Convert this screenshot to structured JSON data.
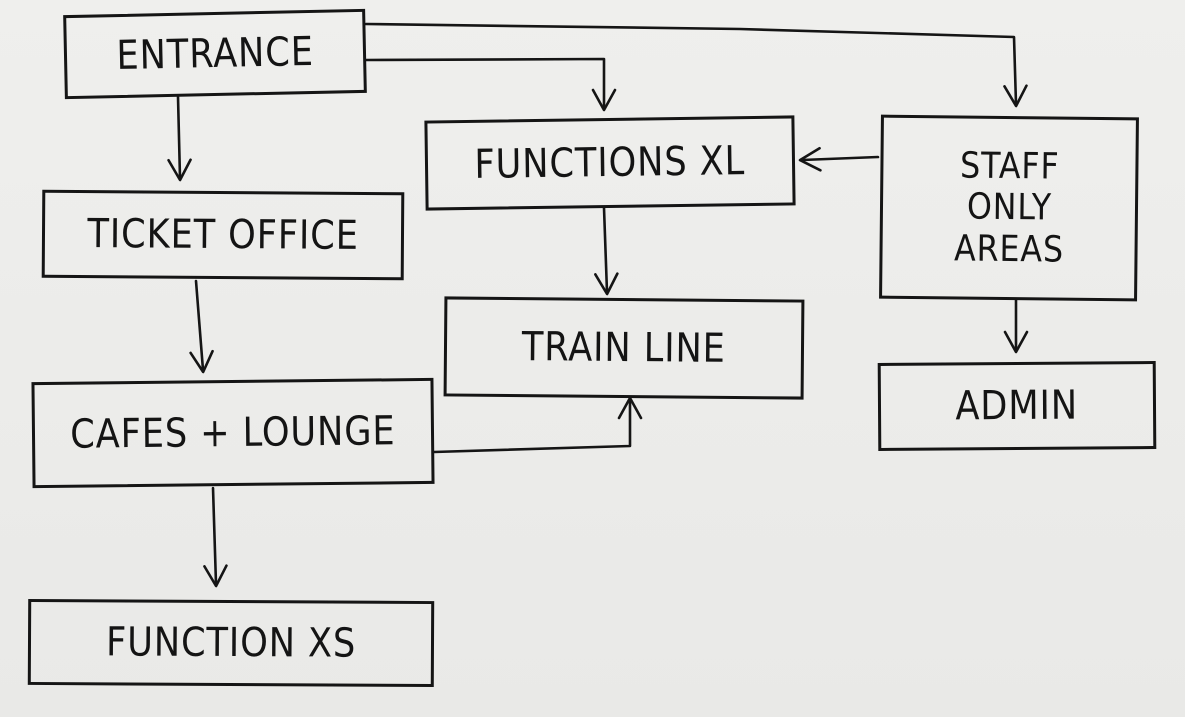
{
  "nodes": {
    "entrance": "ENTRANCE",
    "ticket_office": "TICKET OFFICE",
    "cafes_lounge": "CAFES + LOUNGE",
    "function_xs": "FUNCTION XS",
    "functions_xl": "FUNCTIONS XL",
    "train_line": "TRAIN LINE",
    "staff_only_areas": "STAFF\nONLY\nAREAS",
    "admin": "ADMIN"
  },
  "edges": [
    {
      "from": "ENTRANCE",
      "to": "TICKET OFFICE"
    },
    {
      "from": "ENTRANCE",
      "to": "FUNCTIONS XL"
    },
    {
      "from": "ENTRANCE",
      "to": "STAFF ONLY AREAS"
    },
    {
      "from": "TICKET OFFICE",
      "to": "CAFES + LOUNGE"
    },
    {
      "from": "CAFES + LOUNGE",
      "to": "FUNCTION XS"
    },
    {
      "from": "CAFES + LOUNGE",
      "to": "TRAIN LINE"
    },
    {
      "from": "FUNCTIONS XL",
      "to": "TRAIN LINE"
    },
    {
      "from": "STAFF ONLY AREAS",
      "to": "FUNCTIONS XL"
    },
    {
      "from": "STAFF ONLY AREAS",
      "to": "ADMIN"
    }
  ],
  "colors": {
    "ink": "#141414",
    "paper": "#ececea"
  }
}
